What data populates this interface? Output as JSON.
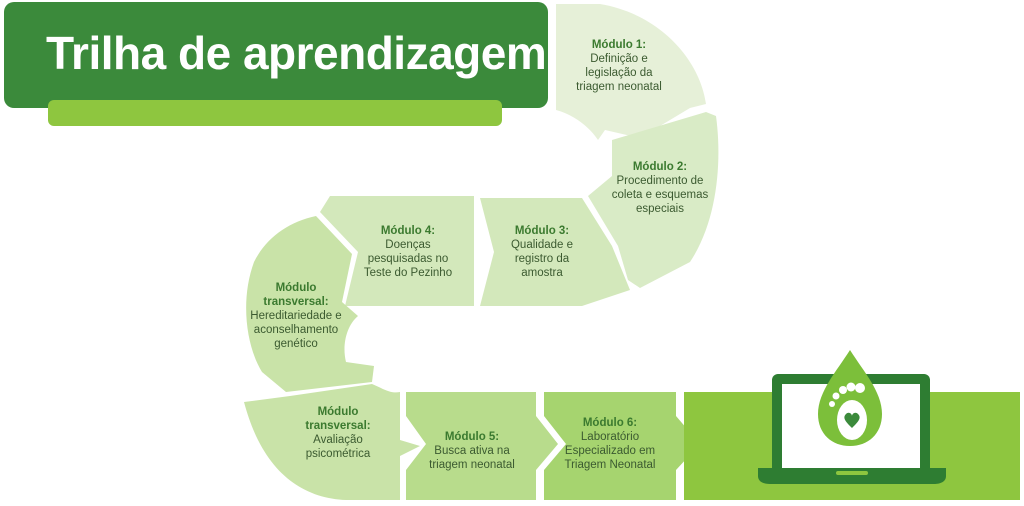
{
  "header": {
    "title": "Trilha de aprendizagem"
  },
  "modules": {
    "m1": {
      "title": "Módulo 1:",
      "lines": [
        "Definição e",
        "legislação da",
        "triagem neonatal"
      ]
    },
    "m2": {
      "title": "Módulo 2:",
      "lines": [
        "Procedimento de",
        "coleta e esquemas",
        "especiais"
      ]
    },
    "m3": {
      "title": "Módulo 3:",
      "lines": [
        "Qualidade e",
        "registro da",
        "amostra"
      ]
    },
    "m4": {
      "title": "Módulo 4:",
      "lines": [
        "Doenças",
        "pesquisadas no",
        "Teste do Pezinho"
      ]
    },
    "mt1": {
      "title": [
        "Módulo",
        "transversal:"
      ],
      "lines": [
        "Hereditariedade e",
        "aconselhamento",
        "genético"
      ]
    },
    "mt2": {
      "title": [
        "Módulo",
        "transversal:"
      ],
      "lines": [
        "Avaliação",
        "psicométrica"
      ]
    },
    "m5": {
      "title": "Módulo 5:",
      "lines": [
        "Busca ativa na",
        "triagem neonatal"
      ]
    },
    "m6": {
      "title": "Módulo 6:",
      "lines": [
        "Laboratório",
        "Especializado em",
        "Triagem Neonatal"
      ]
    }
  },
  "icons": {
    "final": "laptop-footprint-heart-icon"
  },
  "colors": {
    "dark_green": "#3b8a3b",
    "lime": "#8ec63f",
    "m1": "#e6f0d8",
    "m2": "#d9ebc6",
    "m3": "#d3e8bb",
    "m4": "#d3e8bb",
    "mt1": "#c9e3a8",
    "mt2": "#c9e3a8",
    "m5": "#b8dc8c",
    "m6": "#a6d46f"
  }
}
